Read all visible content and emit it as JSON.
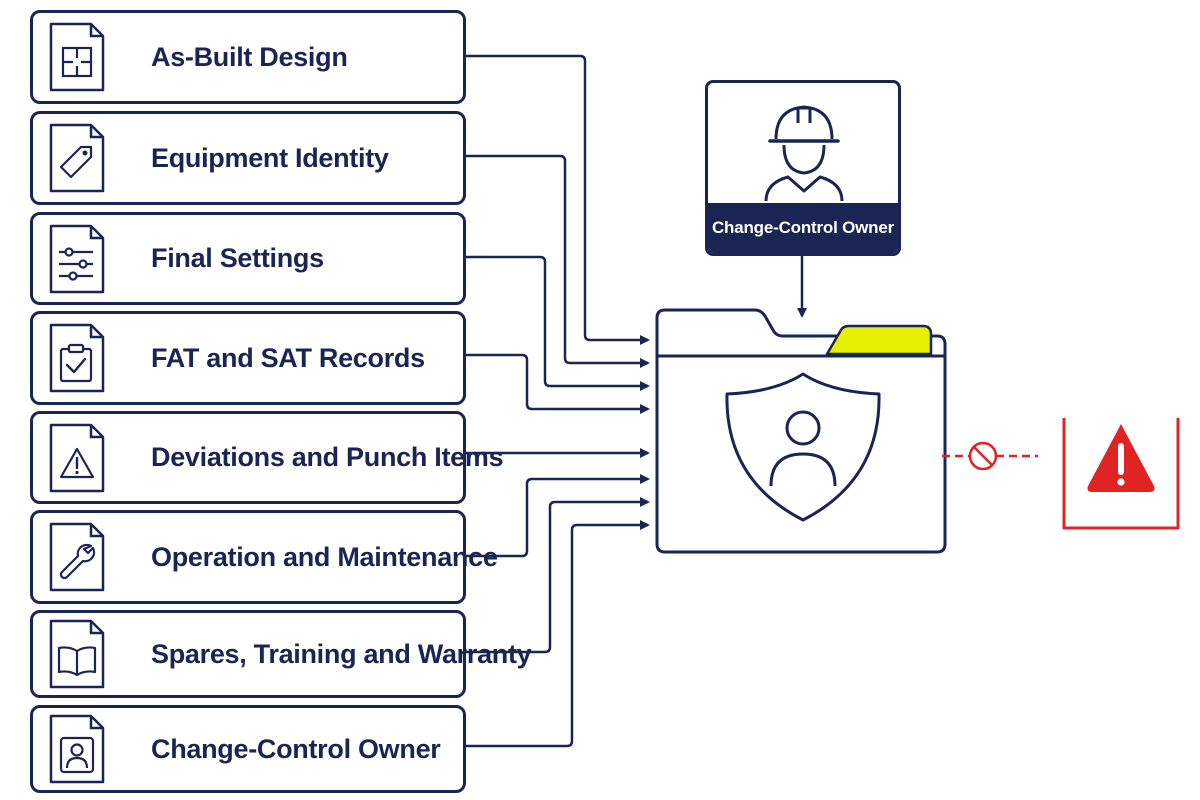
{
  "items": [
    {
      "label": "As-Built Design",
      "icon": "floor-plan-icon"
    },
    {
      "label": "Equipment Identity",
      "icon": "tag-icon"
    },
    {
      "label": "Final Settings",
      "icon": "sliders-icon"
    },
    {
      "label": "FAT and SAT Records",
      "icon": "clipboard-check-icon"
    },
    {
      "label": "Deviations and Punch Items",
      "icon": "warning-icon"
    },
    {
      "label": "Operation and Maintenance",
      "icon": "wrench-icon"
    },
    {
      "label": "Spares, Training and Warranty",
      "icon": "book-icon"
    },
    {
      "label": "Change-Control Owner",
      "icon": "person-icon"
    }
  ],
  "owner_card": {
    "label": "Change-Control Owner",
    "icon": "hard-hat-worker-icon"
  },
  "central_folder": {
    "icon": "shield-person-icon",
    "tab_color": "#e4f000"
  },
  "blocked_document": {
    "icon": "alert-triangle-icon",
    "prohibited_icon": "no-entry-icon"
  },
  "colors": {
    "navy": "#1b2554",
    "alert_red": "#e02424",
    "highlight_yellow": "#e4f000",
    "background": "#ffffff"
  }
}
